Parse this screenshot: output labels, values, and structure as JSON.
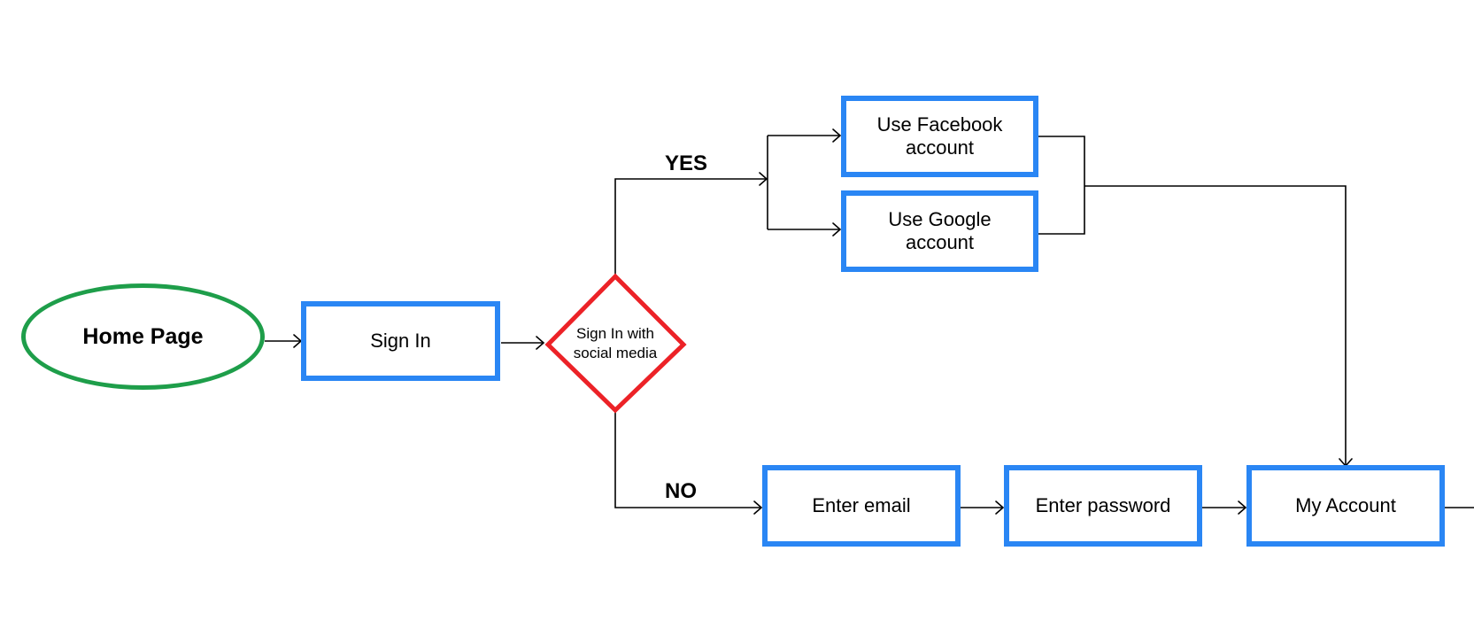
{
  "flowchart": {
    "nodes": {
      "home_page": {
        "label": "Home Page",
        "shape": "ellipse",
        "color": "#1e9e4a"
      },
      "sign_in": {
        "label": "Sign In",
        "shape": "rectangle",
        "color": "#2a86f4"
      },
      "decision": {
        "label": "Sign In with social media",
        "shape": "diamond",
        "color": "#ec2227"
      },
      "facebook": {
        "label": "Use Facebook account",
        "shape": "rectangle",
        "color": "#2a86f4"
      },
      "google": {
        "label": "Use Google account",
        "shape": "rectangle",
        "color": "#2a86f4"
      },
      "email": {
        "label": "Enter email",
        "shape": "rectangle",
        "color": "#2a86f4"
      },
      "password": {
        "label": "Enter password",
        "shape": "rectangle",
        "color": "#2a86f4"
      },
      "my_account": {
        "label": "My Account",
        "shape": "rectangle",
        "color": "#2a86f4"
      }
    },
    "branch_labels": {
      "yes": "YES",
      "no": "NO"
    },
    "edges": [
      {
        "from": "home_page",
        "to": "sign_in"
      },
      {
        "from": "sign_in",
        "to": "decision"
      },
      {
        "from": "decision",
        "to": "facebook",
        "label": "YES"
      },
      {
        "from": "decision",
        "to": "google",
        "label": "YES"
      },
      {
        "from": "decision",
        "to": "email",
        "label": "NO"
      },
      {
        "from": "facebook",
        "to": "my_account"
      },
      {
        "from": "google",
        "to": "my_account"
      },
      {
        "from": "email",
        "to": "password"
      },
      {
        "from": "password",
        "to": "my_account"
      }
    ]
  }
}
